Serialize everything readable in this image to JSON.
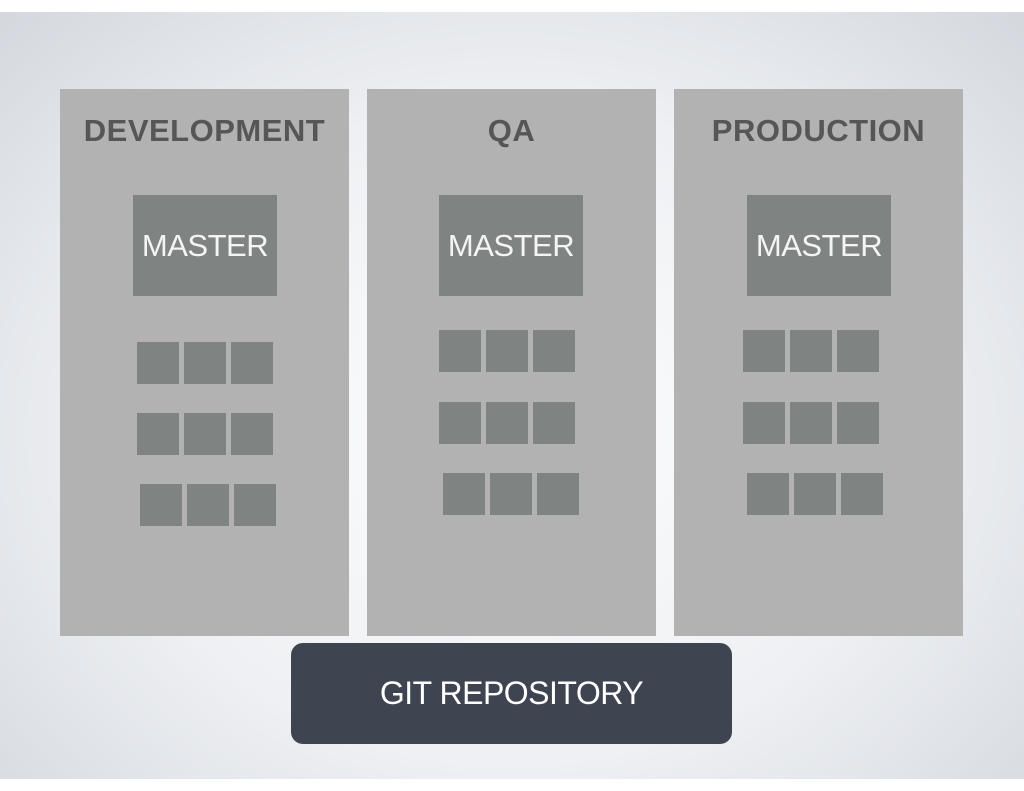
{
  "environments": [
    {
      "title": "DEVELOPMENT",
      "master_label": "MASTER",
      "node_rows": 3,
      "nodes_per_row": 3
    },
    {
      "title": "QA",
      "master_label": "MASTER",
      "node_rows": 3,
      "nodes_per_row": 3
    },
    {
      "title": "PRODUCTION",
      "master_label": "MASTER",
      "node_rows": 3,
      "nodes_per_row": 3
    }
  ],
  "repository": {
    "label": "GIT REPOSITORY"
  },
  "colors": {
    "panel": "#b2b2b2",
    "block": "#7f8482",
    "title_text": "#565656",
    "repository": "#3f4451"
  }
}
